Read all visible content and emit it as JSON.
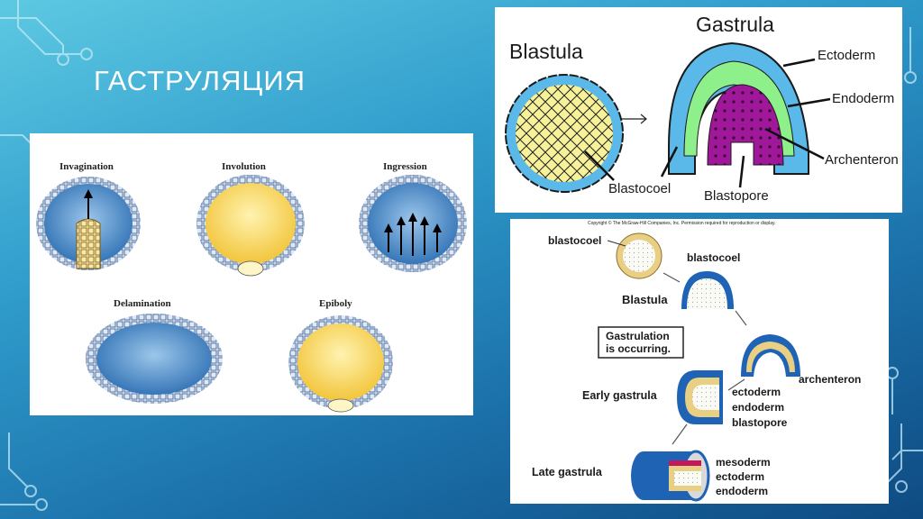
{
  "slide": {
    "title": "ГАСТРУЛЯЦИЯ"
  },
  "panel_left": {
    "labels": {
      "invagination": "Invagination",
      "involution": "Involution",
      "ingression": "Ingression",
      "delamination": "Delamination",
      "epiboly": "Epiboly"
    }
  },
  "panel_top_right": {
    "blastula": "Blastula",
    "gastrula": "Gastrula",
    "ectoderm": "Ectoderm",
    "endoderm": "Endoderm",
    "archenteron": "Archenteron",
    "blastocoel": "Blastocoel",
    "blastopore": "Blastopore"
  },
  "panel_bottom_right": {
    "copyright": "Copyright © The McGraw-Hill Companies, Inc. Permission required for reproduction or display.",
    "blastocoel_1": "blastocoel",
    "blastocoel_2": "blastocoel",
    "blastula": "Blastula",
    "gastrulation_line1": "Gastrulation",
    "gastrulation_line2": "is occurring.",
    "archenteron": "archenteron",
    "early_gastrula": "Early gastrula",
    "ectoderm": "ectoderm",
    "endoderm": "endoderm",
    "blastopore": "blastopore",
    "late_gastrula": "Late gastrula",
    "mesoderm": "mesoderm",
    "ectoderm_2": "ectoderm",
    "endoderm_2": "endoderm"
  }
}
